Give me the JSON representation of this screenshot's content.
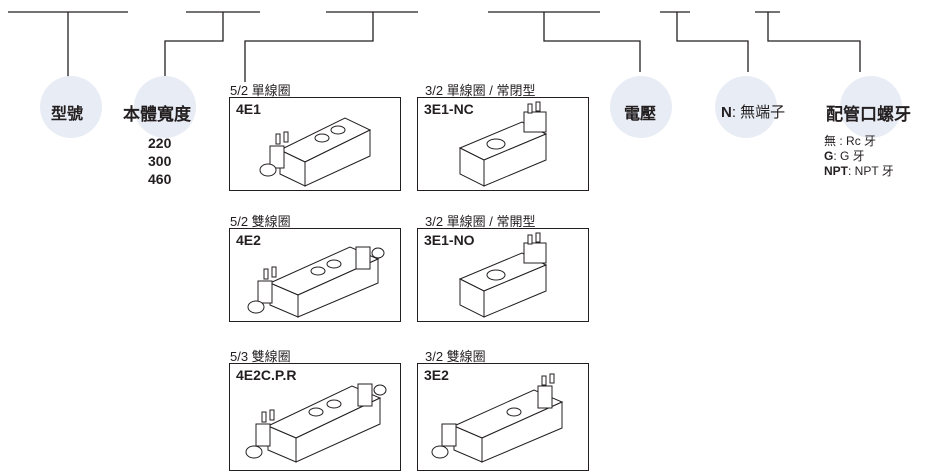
{
  "fields": {
    "model": "型號",
    "body_width": "本體寬度",
    "voltage": "電壓",
    "terminal_prefix": "N",
    "terminal_text": ": 無端子",
    "port_thread": "配管口螺牙"
  },
  "body_widths": [
    "220",
    "300",
    "460"
  ],
  "valves": [
    {
      "caption": "5/2 單線圈",
      "code": "4E1"
    },
    {
      "caption": "5/2 雙線圈",
      "code": "4E2"
    },
    {
      "caption": "5/3 雙線圈",
      "code": "4E2C.P.R"
    },
    {
      "caption": "3/2 單線圈 / 常閉型",
      "code": "3E1-NC"
    },
    {
      "caption": "3/2 單線圈 / 常開型",
      "code": "3E1-NO"
    },
    {
      "caption": "3/2 雙線圈",
      "code": "3E2"
    }
  ],
  "thread_options": [
    {
      "key": "無",
      "value": ": Rc 牙"
    },
    {
      "key": "G",
      "value": ": G 牙"
    },
    {
      "key": "NPT",
      "value": ": NPT 牙"
    }
  ]
}
